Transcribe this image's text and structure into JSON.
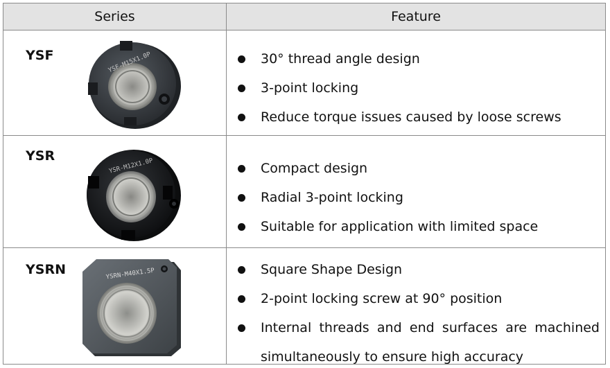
{
  "header": {
    "series_label": "Series",
    "feature_label": "Feature"
  },
  "rows": [
    {
      "series": "YSF",
      "nut_engraving": "YSF-M15X1.0P",
      "features": [
        "30°  thread angle design",
        "3-point locking",
        "Reduce torque issues caused by loose screws"
      ]
    },
    {
      "series": "YSR",
      "nut_engraving": "YSR-M12X1.0P",
      "features": [
        "Compact design",
        "Radial 3-point locking",
        "Suitable for application with limited space"
      ]
    },
    {
      "series": "YSRN",
      "nut_engraving": "YSRN-M40X1.5P",
      "features": [
        "Square Shape Design",
        "2-point locking screw at 90°  position",
        "Internal threads and end surfaces are machined",
        "simultaneously to ensure high accuracy"
      ]
    }
  ],
  "colors": {
    "header_bg": "#e3e3e3",
    "border": "#8a8a8a",
    "nut_dark": "#2a2d31",
    "nut_gray": "#545a60",
    "thread": "#b9b9b4"
  }
}
